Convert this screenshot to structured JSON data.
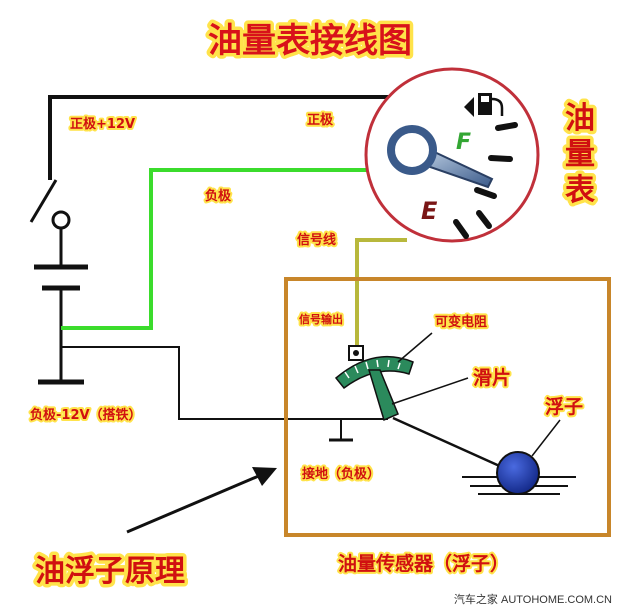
{
  "title": "油量表接线图",
  "labels": {
    "positive_12v": "正极+12V",
    "positive": "正极",
    "negative": "负极",
    "signal_wire": "信号线",
    "signal_output": "信号输出",
    "variable_resistor": "可变电阻",
    "slider": "滑片",
    "float": "浮子",
    "ground_negative": "接地（负极）",
    "battery_negative": "负极-12V（搭铁）",
    "sensor_caption": "油量传感器（浮子）",
    "float_principle": "油浮子原理"
  },
  "gauge": {
    "label_chars": [
      "油",
      "量",
      "表"
    ],
    "full": "F",
    "empty": "E"
  },
  "watermark": "汽车之家 AUTOHOME.COM.CN",
  "colors": {
    "title_red": "#d8121a",
    "label_red": "#d01010",
    "glow": "#ffe34a",
    "wire_black": "#111111",
    "wire_green": "#3bdc2c",
    "wire_olive": "#b8b83c",
    "gauge_border": "#c0303a",
    "sensor_border": "#c8862a",
    "float_blue": "#1e3aa8",
    "resistor_green": "#2b8a5c"
  }
}
